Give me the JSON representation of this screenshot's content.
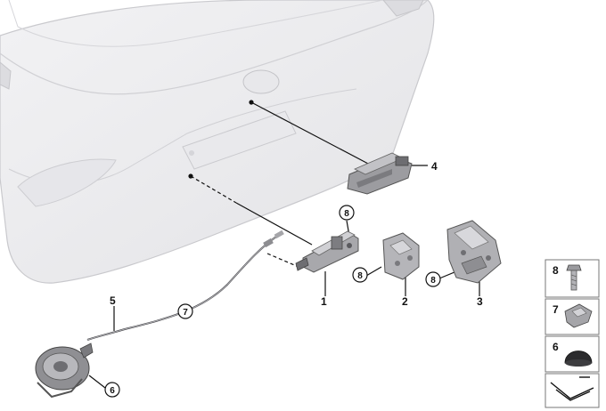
{
  "part_numbers": {
    "latch": "1",
    "bracket_small": "2",
    "bracket_large": "3",
    "handle_switch": "4",
    "cable": "5",
    "drive_unit_item": "6",
    "cable_item": "7",
    "screw_item": "8"
  },
  "circle_callouts": {
    "on_latch": "8",
    "bracket_small": "8",
    "bracket_large": "8",
    "cable": "7",
    "drive_unit": "6"
  },
  "legend": {
    "items": [
      {
        "number": "8",
        "icon": "screw-icon"
      },
      {
        "number": "7",
        "icon": "cable-clip-icon"
      },
      {
        "number": "6",
        "icon": "rubber-cap-icon"
      }
    ],
    "last_icon": "reference-arrow-icon"
  },
  "colors": {
    "tailgate_fill": "#ececee",
    "tailgate_edge": "#c9c9cd",
    "part_fill": "#a9a9ad",
    "part_dark": "#5f5f63",
    "line": "#111111",
    "legend_bg": "#d8d8d8"
  }
}
